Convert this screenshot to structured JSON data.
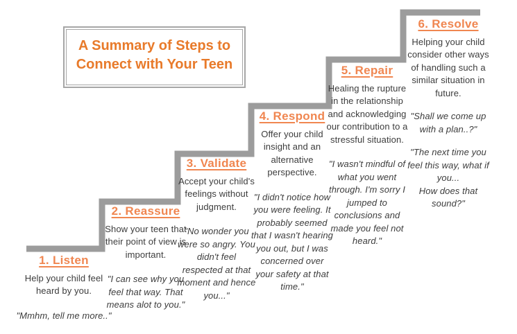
{
  "title": "A Summary of Steps to Connect with Your Teen",
  "colors": {
    "stair_gray": "#9C9C9C",
    "title_orange": "#E87A2A",
    "step_orange": "#F08650",
    "body_text": "#3C3C3C"
  },
  "steps": [
    {
      "label": "1. Listen",
      "description": "Help your child feel heard by you.",
      "quotes": [
        "\"Mmhm, tell me more..\""
      ]
    },
    {
      "label": "2. Reassure",
      "description": "Show your teen that their point of view is important.",
      "quotes": [
        "\"I can see why you feel that way. That means alot to you.\""
      ]
    },
    {
      "label": "3. Validate",
      "description": "Accept your child's feelings without judgment.",
      "quotes": [
        "\"No wonder you were so angry. You didn't feel respected at that moment and hence you...\""
      ]
    },
    {
      "label": "4. Respond",
      "description": "Offer your child insight and an alternative perspective.",
      "quotes": [
        "\"I didn't notice how you were feeling. It probably seemed that I wasn't hearing you out, but I was concerned over your safety at that time.\""
      ]
    },
    {
      "label": "5. Repair",
      "description": "Healing the rupture in the relationship and acknowledging our contribution to a stressful situation.",
      "quotes": [
        "\"I wasn't mindful of what you went through. I'm sorry I jumped to conclusions and made you feel not heard.\""
      ]
    },
    {
      "label": "6. Resolve",
      "description": "Helping your child consider other ways of handling such a similar situation in future.",
      "quotes": [
        "\"Shall we come up with a plan..?\"",
        "\"The next time you feel this way, what if you...\nHow does that sound?\""
      ]
    }
  ]
}
